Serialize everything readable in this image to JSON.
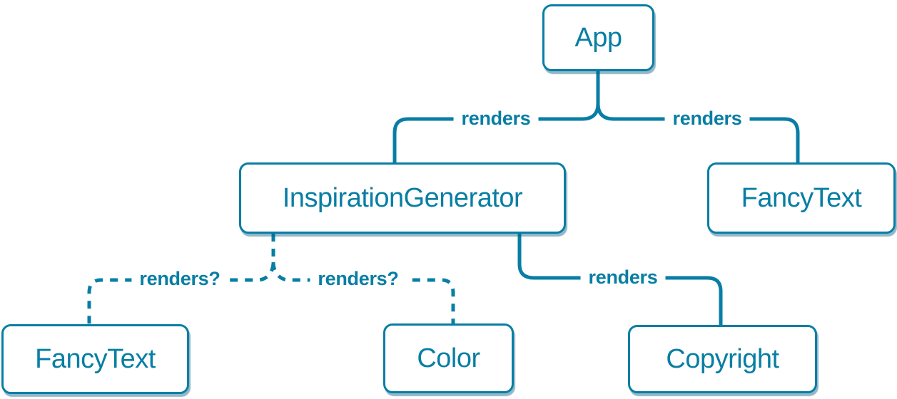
{
  "diagram": {
    "type": "component-render-tree",
    "accent_color": "#087EA4",
    "background_color": "#FFFFFF",
    "nodes": [
      {
        "id": "app",
        "label": "App"
      },
      {
        "id": "inspiration-generator",
        "label": "InspirationGenerator"
      },
      {
        "id": "fancy-text-top",
        "label": "FancyText"
      },
      {
        "id": "fancy-text-bottom",
        "label": "FancyText"
      },
      {
        "id": "color",
        "label": "Color"
      },
      {
        "id": "copyright",
        "label": "Copyright"
      }
    ],
    "edges": [
      {
        "from": "app",
        "to": "inspiration-generator",
        "label": "renders",
        "style": "solid"
      },
      {
        "from": "app",
        "to": "fancy-text-top",
        "label": "renders",
        "style": "solid"
      },
      {
        "from": "inspiration-generator",
        "to": "fancy-text-bottom",
        "label": "renders?",
        "style": "dashed"
      },
      {
        "from": "inspiration-generator",
        "to": "color",
        "label": "renders?",
        "style": "dashed"
      },
      {
        "from": "inspiration-generator",
        "to": "copyright",
        "label": "renders",
        "style": "solid"
      }
    ]
  }
}
